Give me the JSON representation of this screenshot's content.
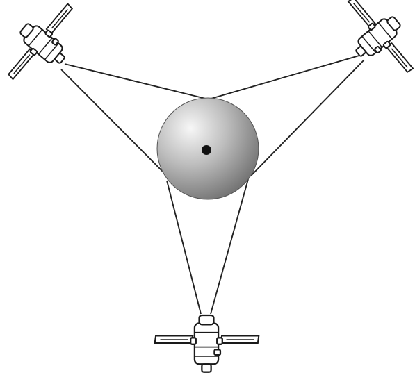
{
  "diagram": {
    "earth_icon": "globe-icon",
    "satellite_icon": "satellite-icon",
    "colors": {
      "background": "#ffffff",
      "line": "#222222",
      "earth_light": "#f7f7f7",
      "earth_dark": "#6b6b6b",
      "earth_center_dot": "#111111"
    },
    "satellites": [
      {
        "id": "satellite-top-left"
      },
      {
        "id": "satellite-top-right"
      },
      {
        "id": "satellite-bottom"
      }
    ]
  }
}
